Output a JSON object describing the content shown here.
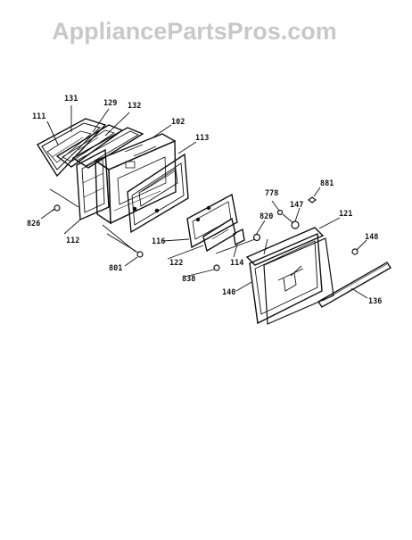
{
  "header": {
    "watermark": "AppliancePartsPros.com",
    "watermark_color": "#c8c8c8"
  },
  "diagram": {
    "line_color": "#111111",
    "part_callouts": [
      {
        "id": "p111",
        "label": "111"
      },
      {
        "id": "p131",
        "label": "131"
      },
      {
        "id": "p129",
        "label": "129"
      },
      {
        "id": "p132",
        "label": "132"
      },
      {
        "id": "p102",
        "label": "102"
      },
      {
        "id": "p113",
        "label": "113"
      },
      {
        "id": "p826",
        "label": "826"
      },
      {
        "id": "p112",
        "label": "112"
      },
      {
        "id": "p801",
        "label": "801"
      },
      {
        "id": "p116",
        "label": "116"
      },
      {
        "id": "p122",
        "label": "122"
      },
      {
        "id": "p838",
        "label": "838"
      },
      {
        "id": "p114",
        "label": "114"
      },
      {
        "id": "p820",
        "label": "820"
      },
      {
        "id": "p778",
        "label": "778"
      },
      {
        "id": "p147",
        "label": "147"
      },
      {
        "id": "p881",
        "label": "881"
      },
      {
        "id": "p121",
        "label": "121"
      },
      {
        "id": "p148",
        "label": "148"
      },
      {
        "id": "p140",
        "label": "140"
      },
      {
        "id": "p136",
        "label": "136"
      }
    ]
  }
}
